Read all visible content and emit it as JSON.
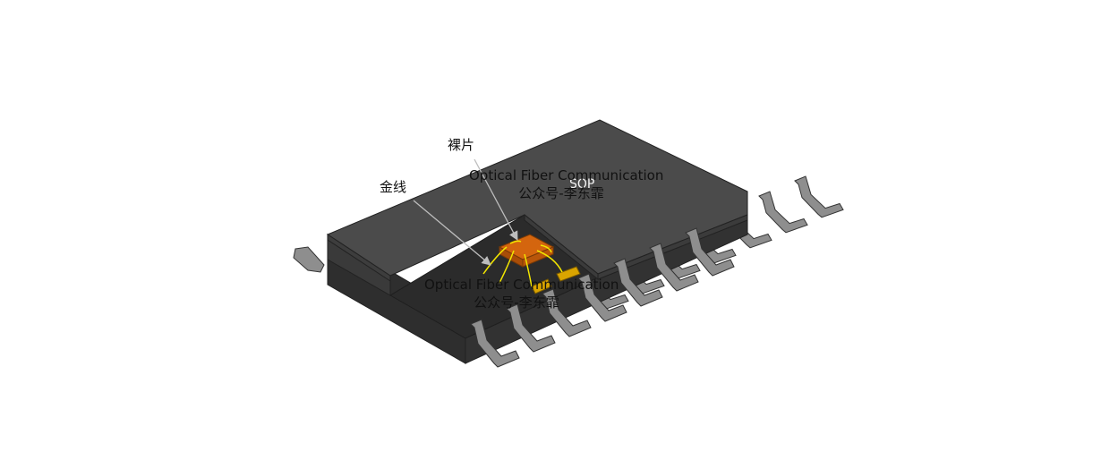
{
  "labels": {
    "die": "裸片",
    "bond_wire": "金线",
    "package": "SOP"
  },
  "watermarks": [
    {
      "line1": "Optical Fiber Communication",
      "line2": "公众号-李东霏"
    },
    {
      "line1": "Optical Fiber Communication",
      "line2": "公众号-李东霏"
    }
  ],
  "colors": {
    "body_top": "#4b4b4b",
    "body_side": "#363636",
    "body_dark": "#2b2b2b",
    "lead": "#8e8e8e",
    "lead_dark": "#6e6e6e",
    "die": "#d4650e",
    "die_side": "#a84d08",
    "pad": "#d9a400",
    "wire": "#f2e600",
    "arrow": "#bdbdbd"
  }
}
